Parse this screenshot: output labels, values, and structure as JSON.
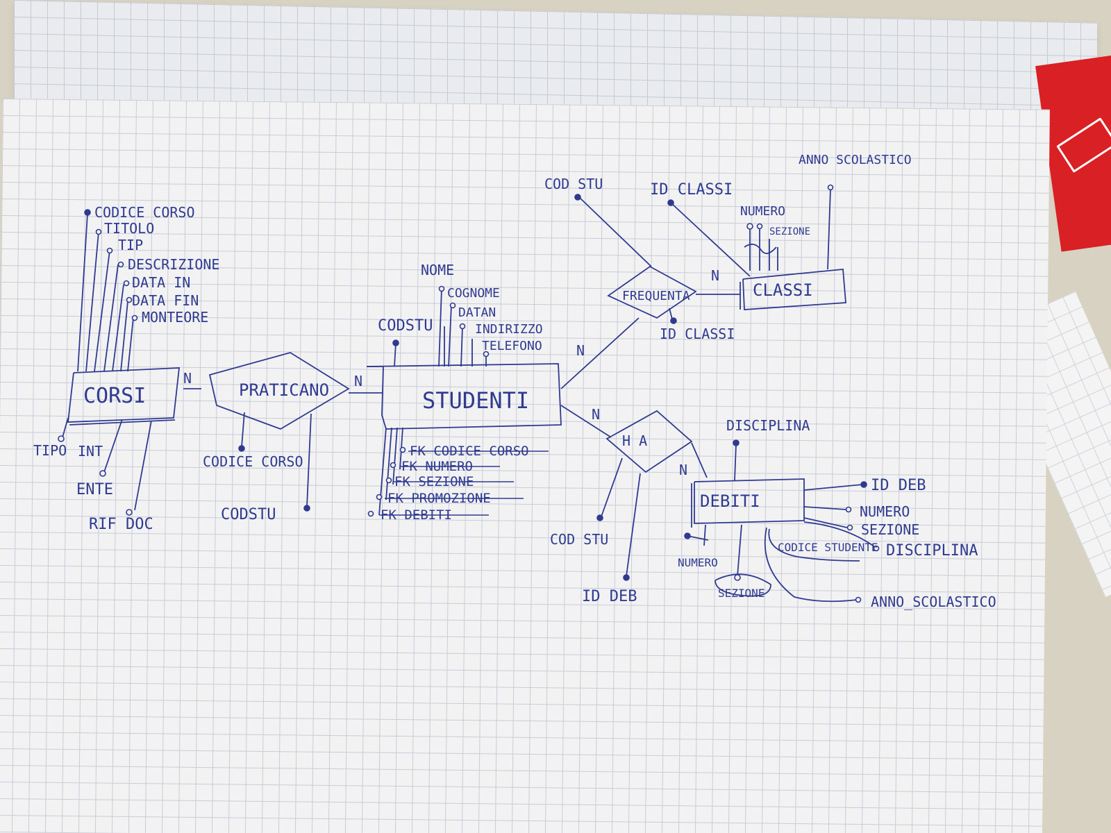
{
  "entities": {
    "corsi": "CORSI",
    "studenti": "STUDENTI",
    "classi": "CLASSI",
    "debiti": "DEBITI"
  },
  "relations": {
    "praticano": "PRATICANO",
    "frequenta": "FREQUENTA",
    "ha": "H A"
  },
  "cardinalities": {
    "corsi_praticano": "N",
    "praticano_studenti": "N",
    "frequenta_classi": "N",
    "studenti_frequenta": "N",
    "studenti_ha": "N",
    "ha_debiti": "N"
  },
  "corsi_attributes": {
    "codice_corso": "CODICE CORSO",
    "titolo": "TITOLO",
    "tip": "TIP",
    "descrizione": "DESCRIZIONE",
    "data_in": "DATA IN",
    "data_fin": "DATA FIN",
    "monte_ore": "MONTEORE",
    "tipo": "TIPO",
    "int": "INT",
    "ente": "ENTE",
    "rif_doc": "RIF DOC"
  },
  "praticano_attributes": {
    "codice_corso": "CODICE CORSO",
    "codstu": "CODSTU"
  },
  "studenti_attributes": {
    "codstu": "CODSTU",
    "nome": "NOME",
    "cognome": "COGNOME",
    "datan": "DATAN",
    "indirizzo": "INDIRIZZO",
    "telefono": "TELEFONO"
  },
  "studenti_struck_attributes": [
    "FK CODICE CORSO",
    "FK NUMERO",
    "FK SEZIONE",
    "FK PROMOZIONE",
    "FK DEBITI"
  ],
  "frequenta_attributes": {
    "codstu": "COD STU",
    "id_classi": "ID CLASSI",
    "id_classi_bottom": "ID CLASSI"
  },
  "classi_attributes": {
    "numero": "NUMERO",
    "sezione": "SEZIONE",
    "anno_scolastico": "ANNO SCOLASTICO"
  },
  "ha_attributes": {
    "codstu": "COD STU",
    "id_deb": "ID DEB"
  },
  "debiti_attributes": {
    "disciplina_top": "DISCIPLINA",
    "id_deb": "ID DEB",
    "numero": "NUMERO",
    "sezione": "SEZIONE",
    "disciplina": "DISCIPLINA",
    "codice_studente": "CODICE STUDENTE",
    "anno_scolastico": "ANNO_SCOLASTICO",
    "numero_bottom": "NUMERO",
    "sezione_bottom": "SEZIONE"
  },
  "colors": {
    "ink": "#2f3a8f",
    "paper": "#f2f2f3",
    "grid": "#c9ccd6",
    "cover": "#d92024"
  }
}
